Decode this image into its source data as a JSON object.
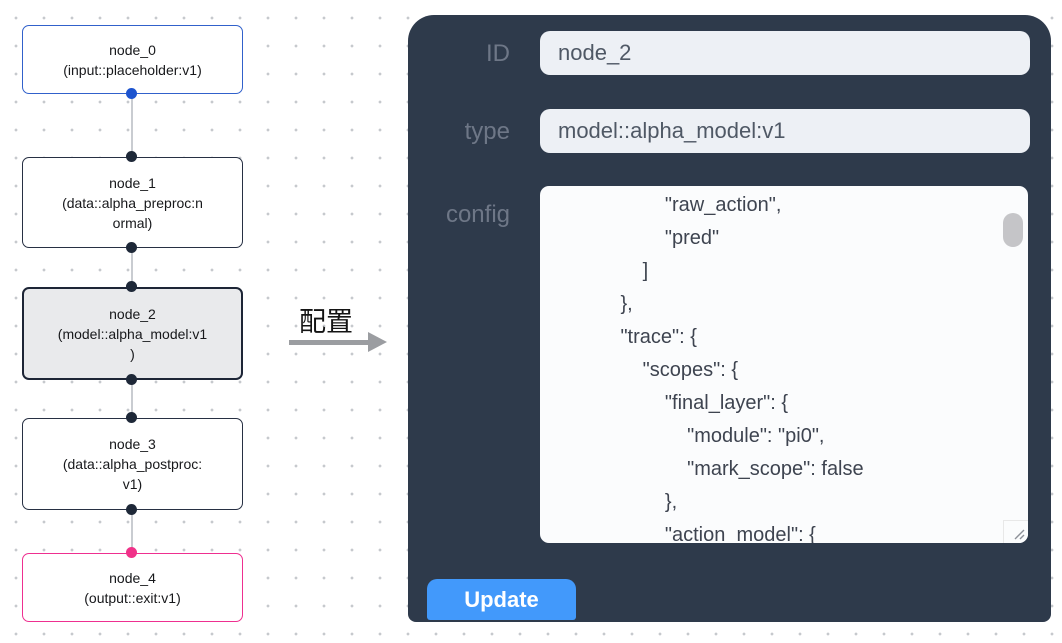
{
  "flow": {
    "nodes": [
      {
        "label": "node_0\n(input::placeholder:v1)"
      },
      {
        "label": "node_1\n(data::alpha_preproc:n\normal)"
      },
      {
        "label": "node_2\n(model::alpha_model:v1\n)"
      },
      {
        "label": "node_3\n(data::alpha_postproc:\nv1)"
      },
      {
        "label": "node_4\n(output::exit:v1)"
      }
    ]
  },
  "annotation": {
    "label": "配置"
  },
  "panel": {
    "id_field": {
      "label": "ID",
      "value": "node_2"
    },
    "type_field": {
      "label": "type",
      "value": "model::alpha_model:v1"
    },
    "config_field": {
      "label": "config",
      "value": "                \"raw_action\",\n                \"pred\"\n            ]\n        },\n        \"trace\": {\n            \"scopes\": {\n                \"final_layer\": {\n                    \"module\": \"pi0\",\n                    \"mark_scope\": false\n                },\n                \"action_model\": {"
    },
    "update_button": {
      "label": "Update"
    }
  },
  "colors": {
    "panel_bg": "#2e3a4b",
    "accent_blue": "#4299fb",
    "node_input_border": "#3161cb",
    "node_output_border": "#ee2f90",
    "node_selected_bg": "#e9eaec",
    "port_blue": "#1d54cf",
    "port_dark": "#1e2838",
    "port_pink": "#f03289"
  }
}
